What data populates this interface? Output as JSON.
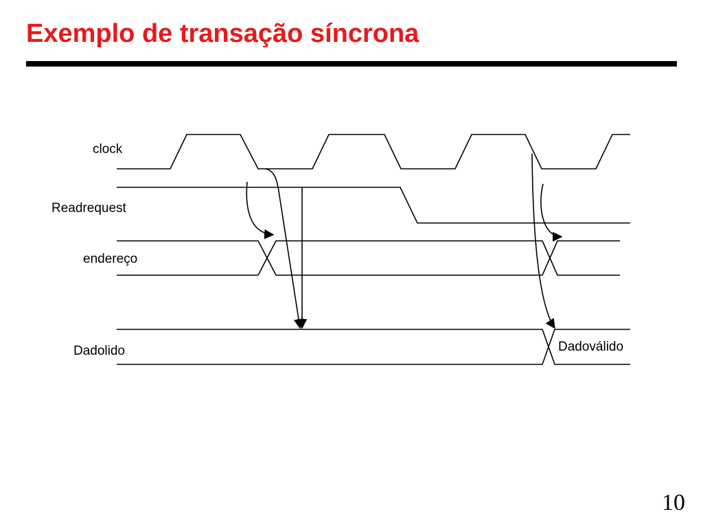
{
  "slide": {
    "title": "Exemplo de transação síncrona",
    "title_color": "#e8191c",
    "page_number": "10"
  },
  "diagram": {
    "signals": {
      "clock": "clock",
      "read_request": "Readrequest",
      "address": "endereço",
      "data": "Dadolido",
      "data_valid": "Dadoválido"
    },
    "line_color": "#000000"
  }
}
